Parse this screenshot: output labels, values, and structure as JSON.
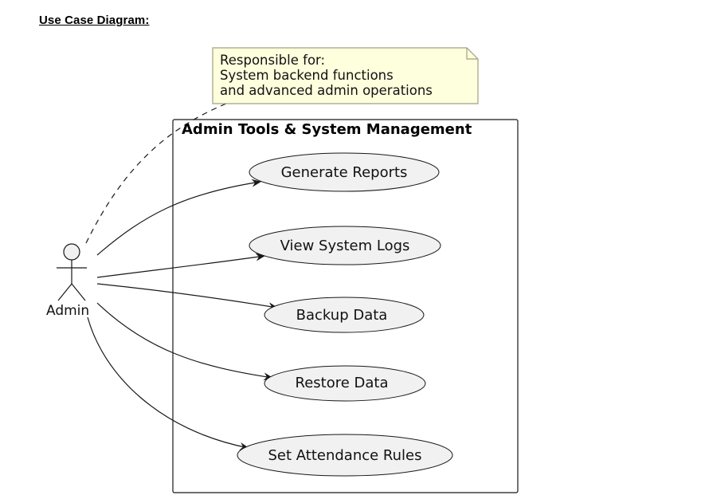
{
  "heading": "Use Case Diagram:",
  "note": {
    "lines": [
      "Responsible for:",
      "System backend functions",
      "and advanced admin operations"
    ]
  },
  "system_boundary": {
    "title": "Admin Tools & System Management"
  },
  "actor": {
    "name": "Admin"
  },
  "use_cases": [
    {
      "label": "Generate Reports"
    },
    {
      "label": "View System Logs"
    },
    {
      "label": "Backup Data"
    },
    {
      "label": "Restore Data"
    },
    {
      "label": "Set Attendance Rules"
    }
  ],
  "colors": {
    "note_fill": "#FEFFDD",
    "note_border": "#A0A080",
    "usecase_fill": "#F1F1F1",
    "line": "#181818"
  }
}
